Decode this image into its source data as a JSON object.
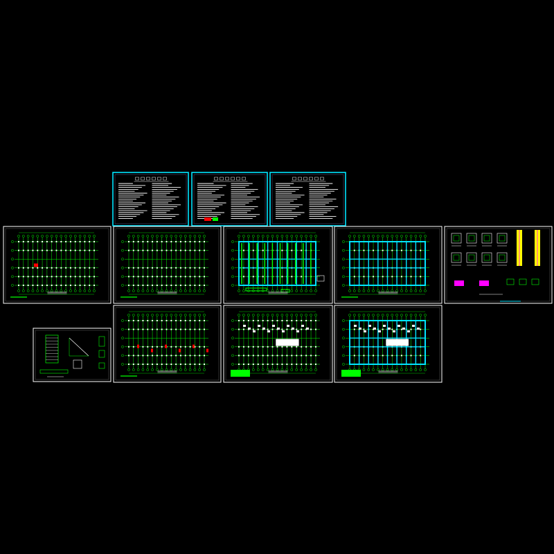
{
  "viewer": {
    "background": "#000000",
    "sheet_border_color": "#ffffff",
    "notes_border_color": "#00e5ff"
  },
  "sheets": [
    {
      "kind": "notes"
    },
    {
      "kind": "notes"
    },
    {
      "kind": "notes"
    },
    {
      "kind": "plan-green"
    },
    {
      "kind": "plan-green"
    },
    {
      "kind": "plan-beams"
    },
    {
      "kind": "plan-cyan"
    },
    {
      "kind": "details"
    },
    {
      "kind": "stair"
    },
    {
      "kind": "plan-green-red"
    },
    {
      "kind": "plan-white"
    },
    {
      "kind": "plan-cyan-white"
    }
  ],
  "colors": {
    "grid": "#00ff00",
    "beam": "#00e5ff",
    "accent": "#ff0000",
    "text": "#ffffff",
    "magenta": "#ff00ff",
    "yellow": "#ffff00"
  }
}
